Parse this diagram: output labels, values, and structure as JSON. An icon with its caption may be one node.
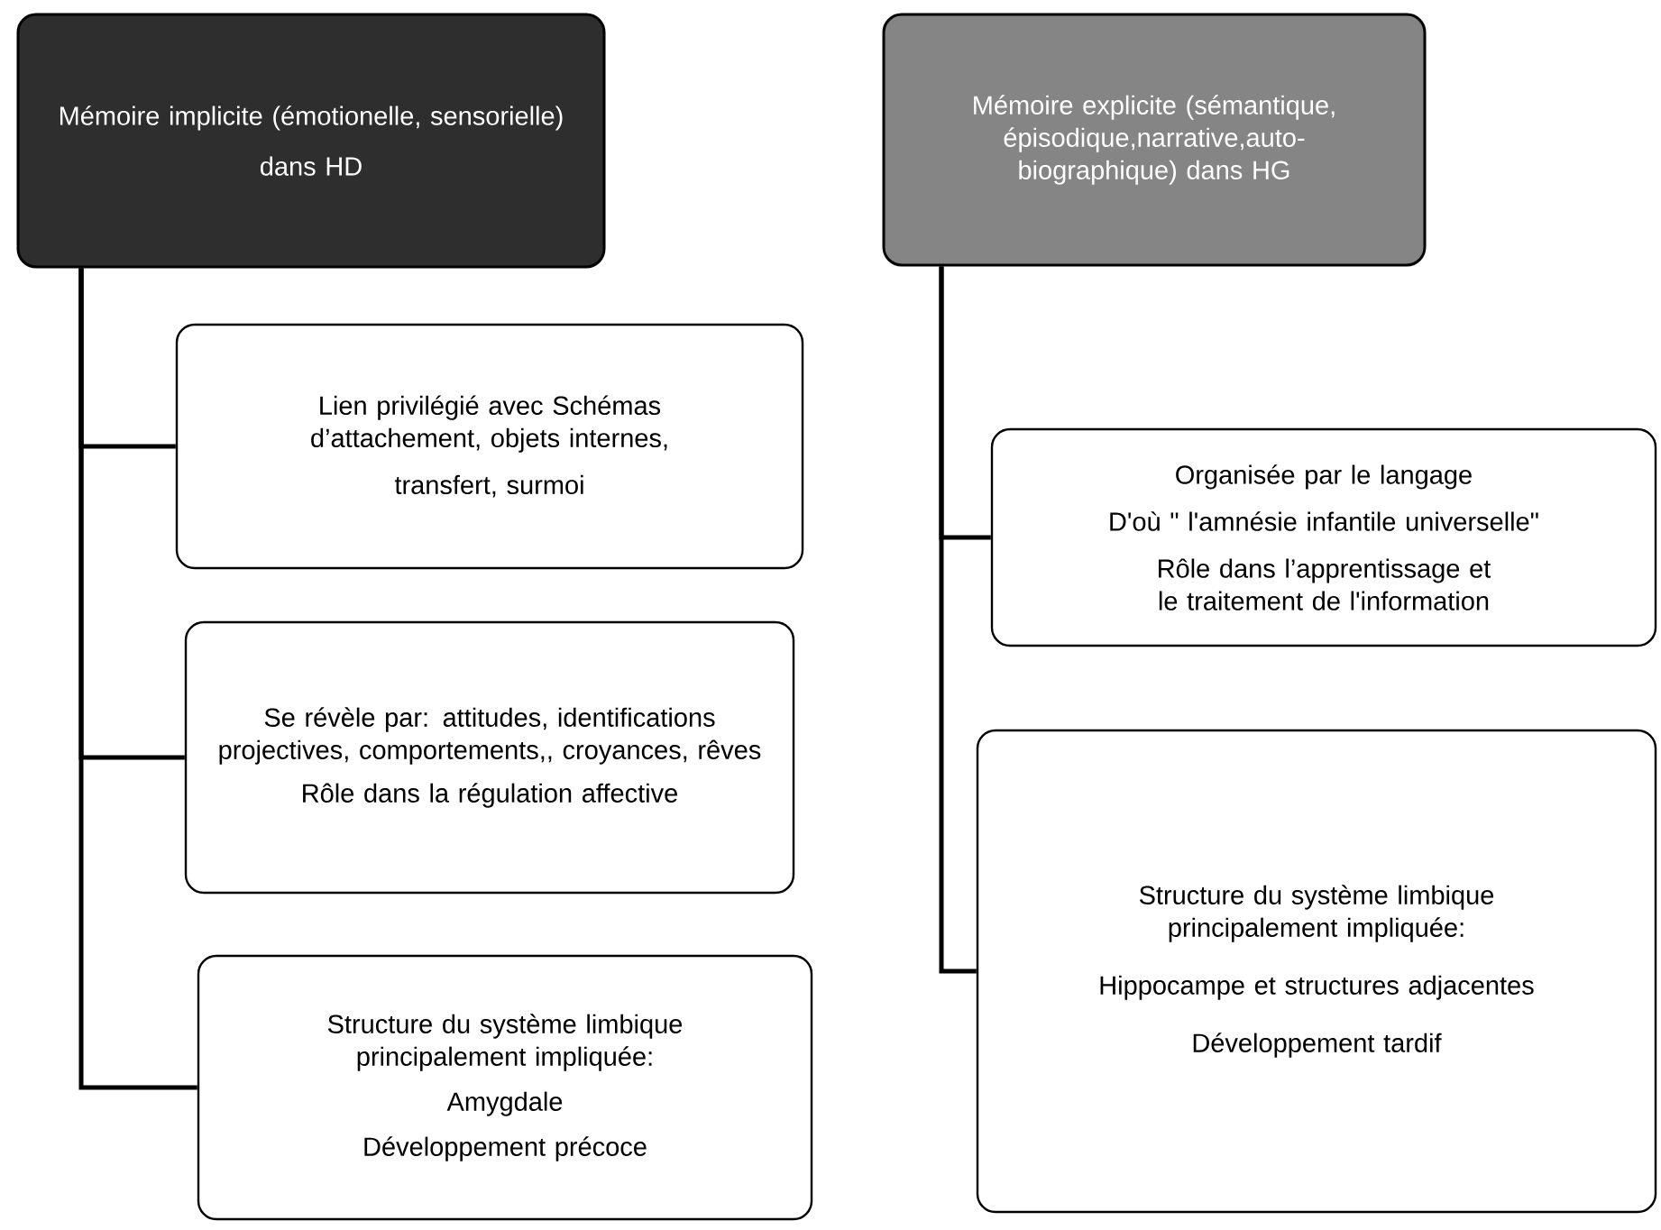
{
  "diagram": {
    "nodes": [
      {
        "text": [
          "Mémoire implicite (émotionelle, sensorielle)",
          "dans HD"
        ]
      },
      {
        "text": [
          "Lien privilégié avec Schémas d’attachement, objets internes,",
          "transfert, surmoi"
        ]
      },
      {
        "text": [
          "Se révèle par: attitudes, identifications projectives, comportements,, croyances, rêves",
          "Rôle dans la régulation affective"
        ]
      },
      {
        "text": [
          "Structure du système limbique principalement impliquée:",
          "Amygdale",
          "Développement précoce"
        ]
      },
      {
        "text": [
          "Mémoire explicite (sémantique, épisodique,narrative,auto-biographique) dans HG"
        ]
      },
      {
        "text": [
          "Organisée par le langage",
          "D'où \" l'amnésie infantile universelle\"",
          "Rôle dans l’apprentissage et le traitement de l'information"
        ]
      },
      {
        "text": [
          "Structure du système limbique principalement impliquée:",
          "Hippocampe et structures adjacentes",
          "Développement tardif"
        ]
      }
    ],
    "edges": [
      {
        "from": 0,
        "to": 1,
        "arrow": "none"
      },
      {
        "from": 0,
        "to": 2,
        "arrow": "none"
      },
      {
        "from": 0,
        "to": 3,
        "arrow": "none"
      },
      {
        "from": 4,
        "to": 5,
        "arrow": "none"
      },
      {
        "from": 4,
        "to": 6,
        "arrow": "none"
      }
    ]
  }
}
